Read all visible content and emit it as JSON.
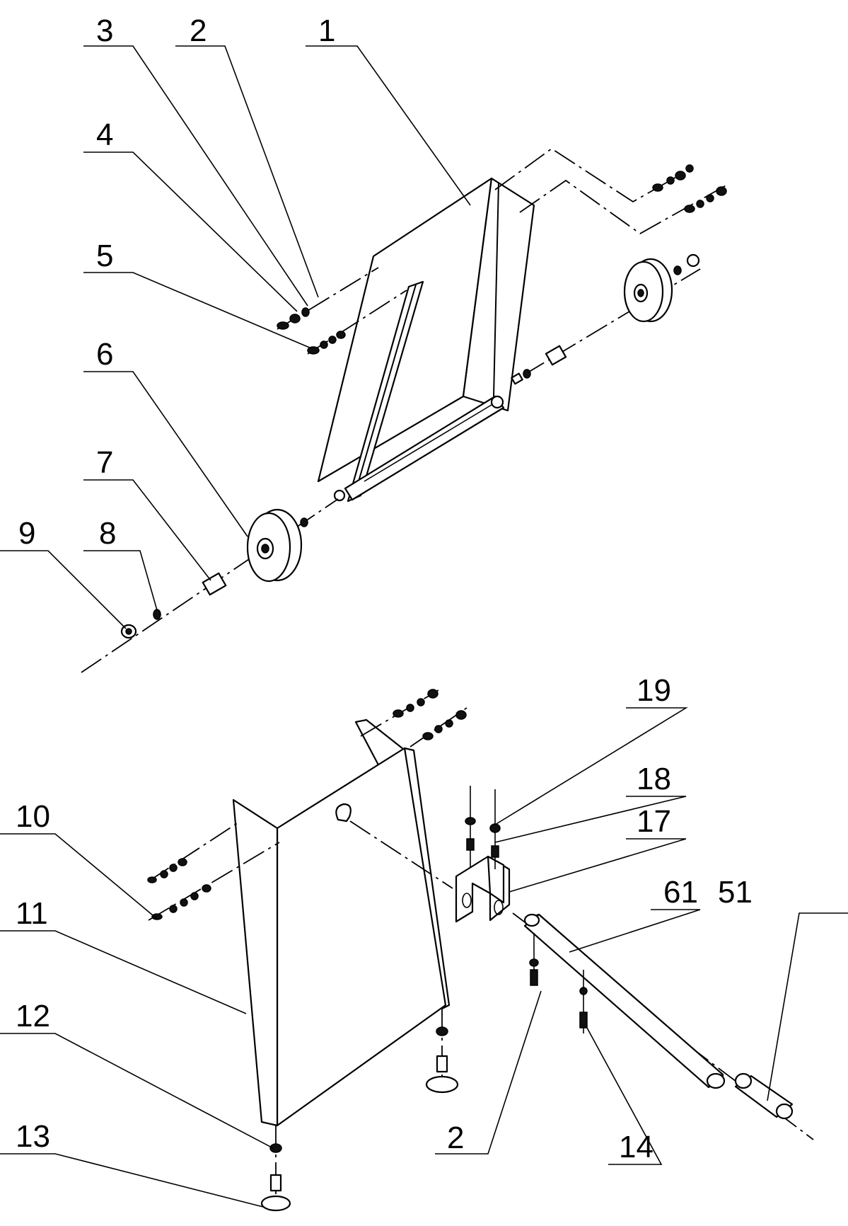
{
  "callouts": {
    "c1": "1",
    "c2a": "2",
    "c3": "3",
    "c4": "4",
    "c5": "5",
    "c6": "6",
    "c7": "7",
    "c8": "8",
    "c9": "9",
    "c10": "10",
    "c11": "11",
    "c12": "12",
    "c13": "13",
    "c14": "14",
    "c2b": "2",
    "c17": "17",
    "c18": "18",
    "c19": "19",
    "c61": "61",
    "c51": "51"
  },
  "colors": {
    "line": "#000000",
    "background": "#ffffff"
  }
}
